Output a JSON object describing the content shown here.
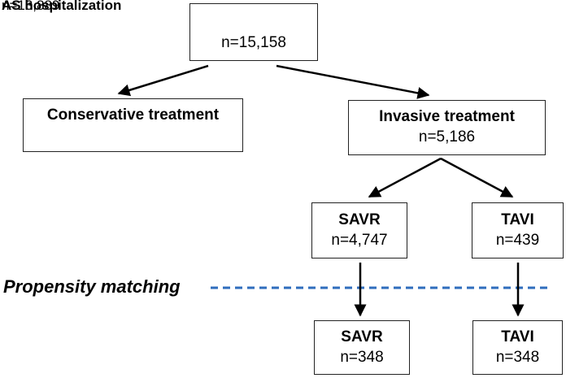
{
  "header": {
    "title": "AS hospitalization",
    "overlapping_text": "n=13,889"
  },
  "root": {
    "count": "n=15,158"
  },
  "conservative": {
    "title": "Conservative treatment"
  },
  "invasive": {
    "title": "Invasive treatment",
    "count": "n=5,186"
  },
  "savr_pre": {
    "title": "SAVR",
    "count": "n=4,747"
  },
  "tavi_pre": {
    "title": "TAVI",
    "count": "n=439"
  },
  "matching": {
    "label": "Propensity matching",
    "line_color": "#2f6dbd"
  },
  "savr_post": {
    "title": "SAVR",
    "count": "n=348"
  },
  "tavi_post": {
    "title": "TAVI",
    "count": "n=348"
  }
}
